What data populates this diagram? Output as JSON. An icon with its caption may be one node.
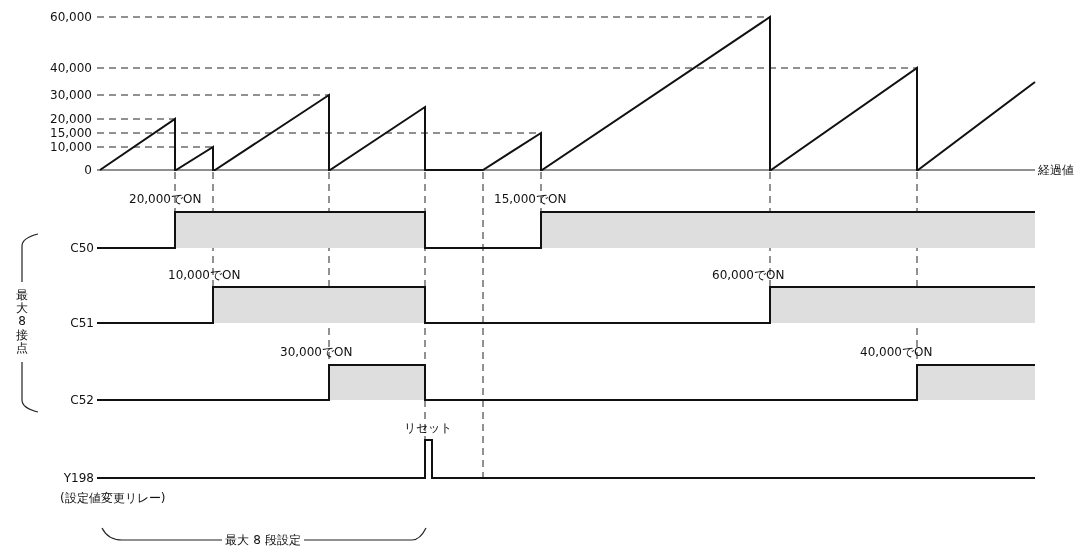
{
  "diagram": {
    "labels": [
      "60,000",
      "40,000",
      "30,000",
      "20,000",
      "15,000",
      "10,000",
      "0",
      "経過値",
      "20,000でON",
      "15,000でON",
      "C50",
      "最大8接点",
      "10,000でON",
      "60,000でON",
      "C51",
      "30,000でON",
      "40,000でON",
      "C52",
      "リセット",
      "Y198",
      "(設定値変更リレー)",
      "最大 8 段設定"
    ]
  }
}
